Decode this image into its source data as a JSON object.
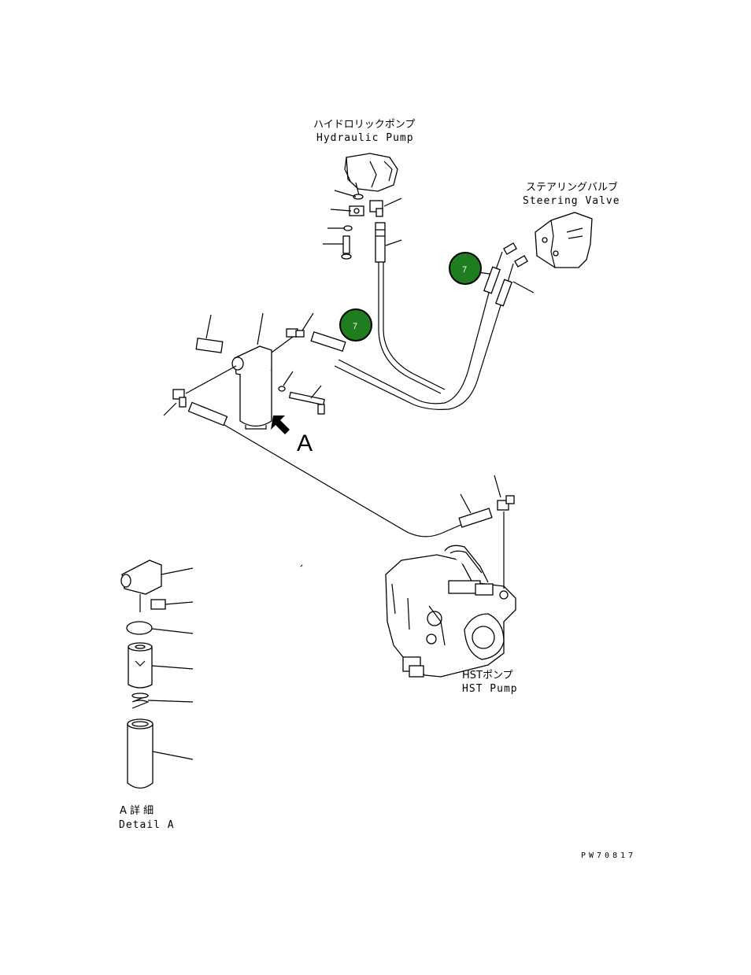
{
  "labels": {
    "hydraulic_pump_jp": "ハイドロリックポンプ",
    "hydraulic_pump_en": "Hydraulic Pump",
    "steering_valve_jp": "ステアリングバルブ",
    "steering_valve_en": "Steering Valve",
    "hst_pump_jp": "HSTポンプ",
    "hst_pump_en": "HST Pump",
    "view_arrow_letter": "A",
    "detail_jp": "A 詳 細",
    "detail_en": "Detail A",
    "drawing_number": "PW70817"
  },
  "callouts": [
    {
      "number": "7",
      "color": "#1e7d1e"
    },
    {
      "number": "7",
      "color": "#1e7d1e"
    }
  ]
}
